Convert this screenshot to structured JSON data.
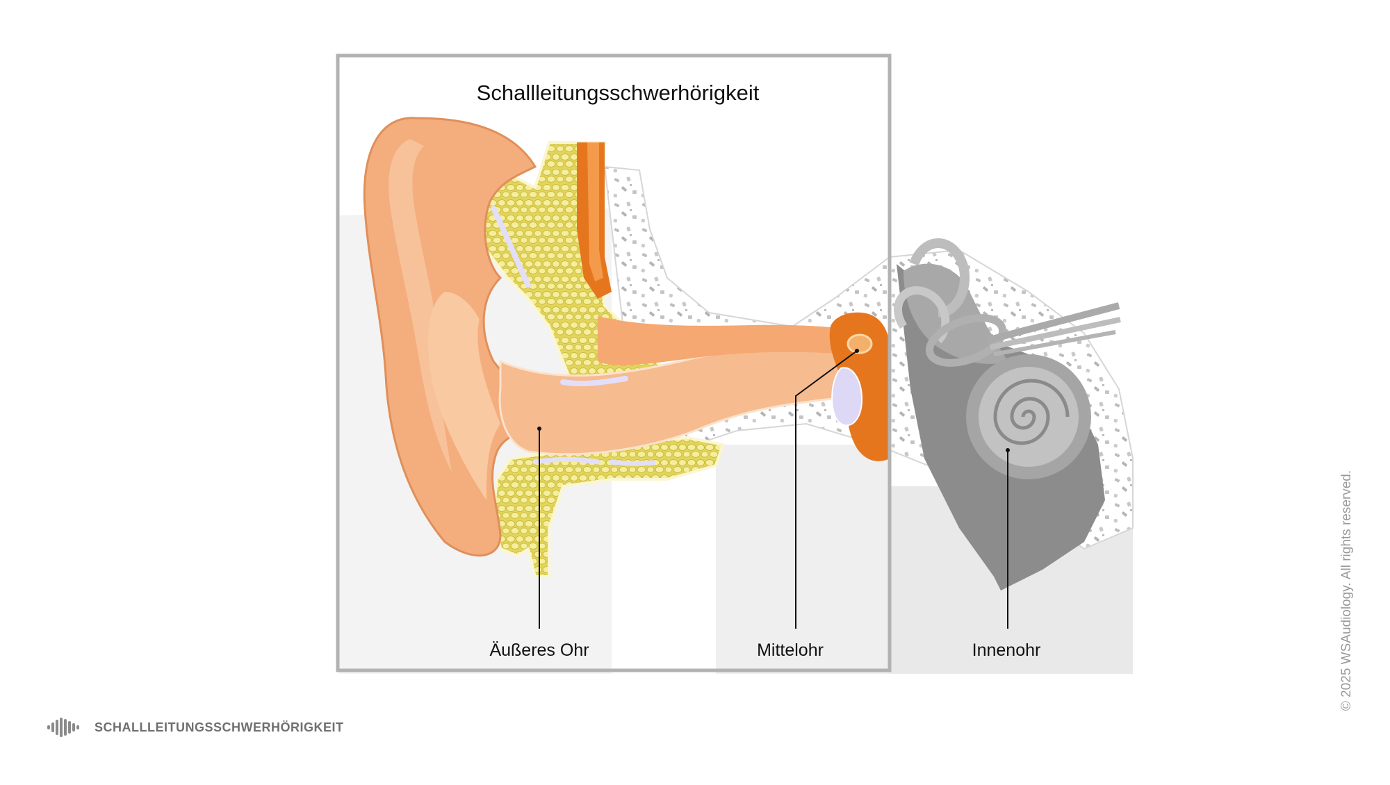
{
  "diagram": {
    "title": "Schallleitungsschwerhörigkeit",
    "labels": {
      "outer_ear": "Äußeres Ohr",
      "middle_ear": "Mittelohr",
      "inner_ear": "Innenohr"
    }
  },
  "footer": {
    "logo_icon": "soundwave-icon",
    "text": "SCHALLLEITUNGSSCHWERHÖRIGKEIT"
  },
  "copyright": "© 2025 WSAudiology. All rights reserved.",
  "colors": {
    "skin_light": "#f9c9a1",
    "skin": "#f3a677",
    "skin_dark": "#e98848",
    "fat_yellow": "#e5d85a",
    "orange_structure": "#e6761e",
    "frame_gray": "#b2b2b2",
    "inner_ear_gray": "#8c8c8c"
  }
}
